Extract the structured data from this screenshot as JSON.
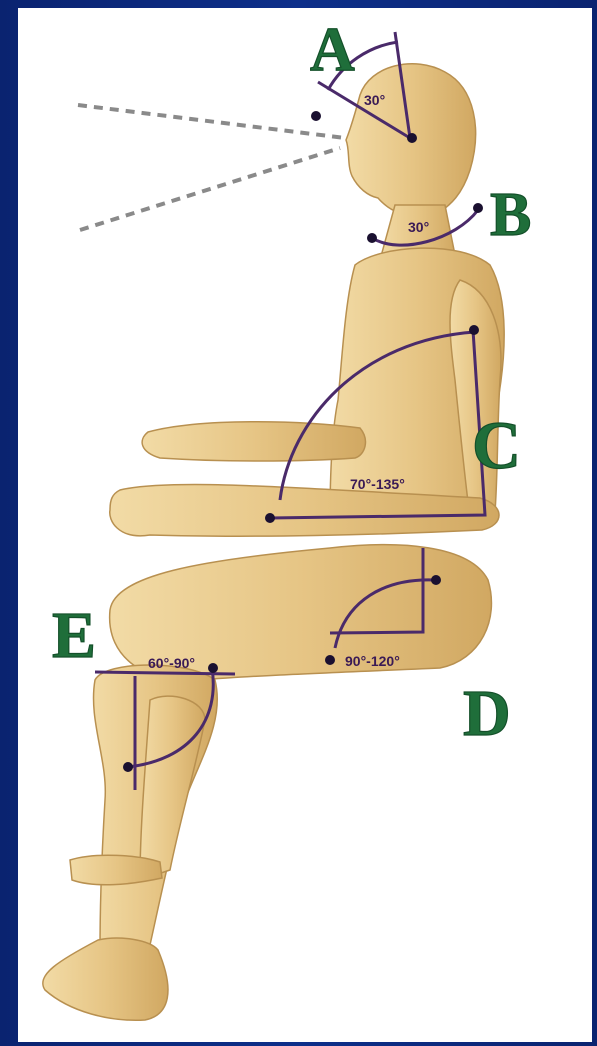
{
  "labels": {
    "A": {
      "letter": "A",
      "angle": "30°"
    },
    "B": {
      "letter": "B",
      "angle": "30°"
    },
    "C": {
      "letter": "C",
      "angle": "70°-135°"
    },
    "D": {
      "letter": "D",
      "angle": "90°-120°"
    },
    "E": {
      "letter": "E",
      "angle": "60°-90°"
    }
  },
  "colors": {
    "letter": "#1f6e3a",
    "body": "#e8c98a",
    "bodyShade": "#c9a25c",
    "arc": "#4a2a6a",
    "frame": "#0b2a80"
  }
}
